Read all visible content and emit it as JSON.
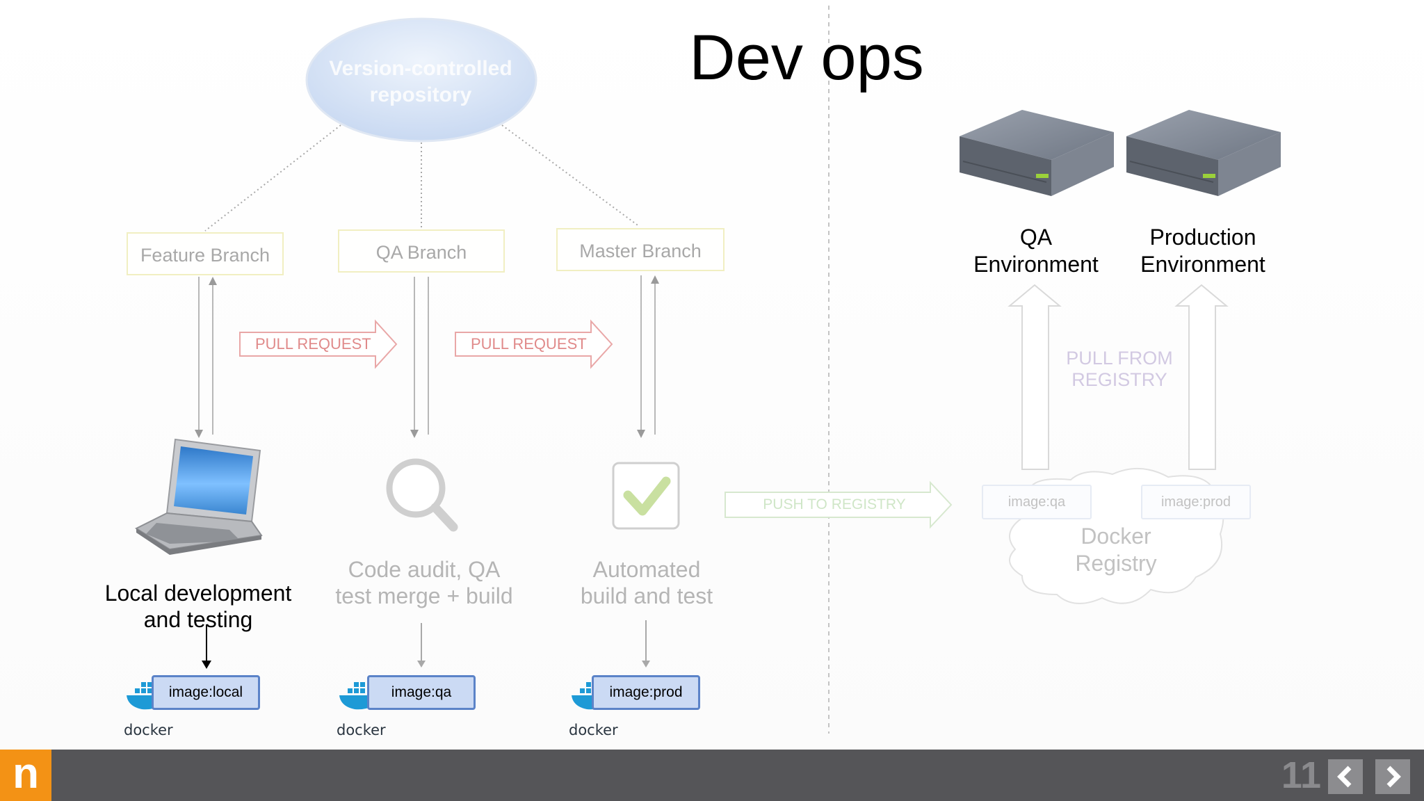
{
  "title": "Dev ops",
  "repository": {
    "label": "Version-controlled repository"
  },
  "branches": {
    "feature": "Feature Branch",
    "qa": "QA Branch",
    "master": "Master Branch"
  },
  "pull_request_label": "PULL REQUEST",
  "stages": {
    "local": {
      "line1": "Local development",
      "line2": "and testing",
      "image": "image:local"
    },
    "qa": {
      "line1": "Code audit, QA",
      "line2": "test merge + build",
      "image": "image:qa"
    },
    "master": {
      "line1": "Automated",
      "line2": "build and test",
      "image": "image:prod"
    }
  },
  "docker_word": "docker",
  "push_to_registry": "PUSH TO REGISTRY",
  "environments": {
    "qa": {
      "line1": "QA",
      "line2": "Environment"
    },
    "prod": {
      "line1": "Production",
      "line2": "Environment"
    }
  },
  "pull_from_registry": {
    "line1": "PULL FROM",
    "line2": "REGISTRY"
  },
  "registry": {
    "line1": "Docker",
    "line2": "Registry",
    "image_qa": "image:qa",
    "image_prod": "image:prod"
  },
  "footer": {
    "logo": "n",
    "page_number": "11"
  },
  "colors": {
    "footer_bg": "#555558",
    "logo_bg": "#f39215",
    "pull_request": "#e08a8a",
    "push_registry": "#cfe6c7",
    "image_box": "#cbdaf4"
  }
}
